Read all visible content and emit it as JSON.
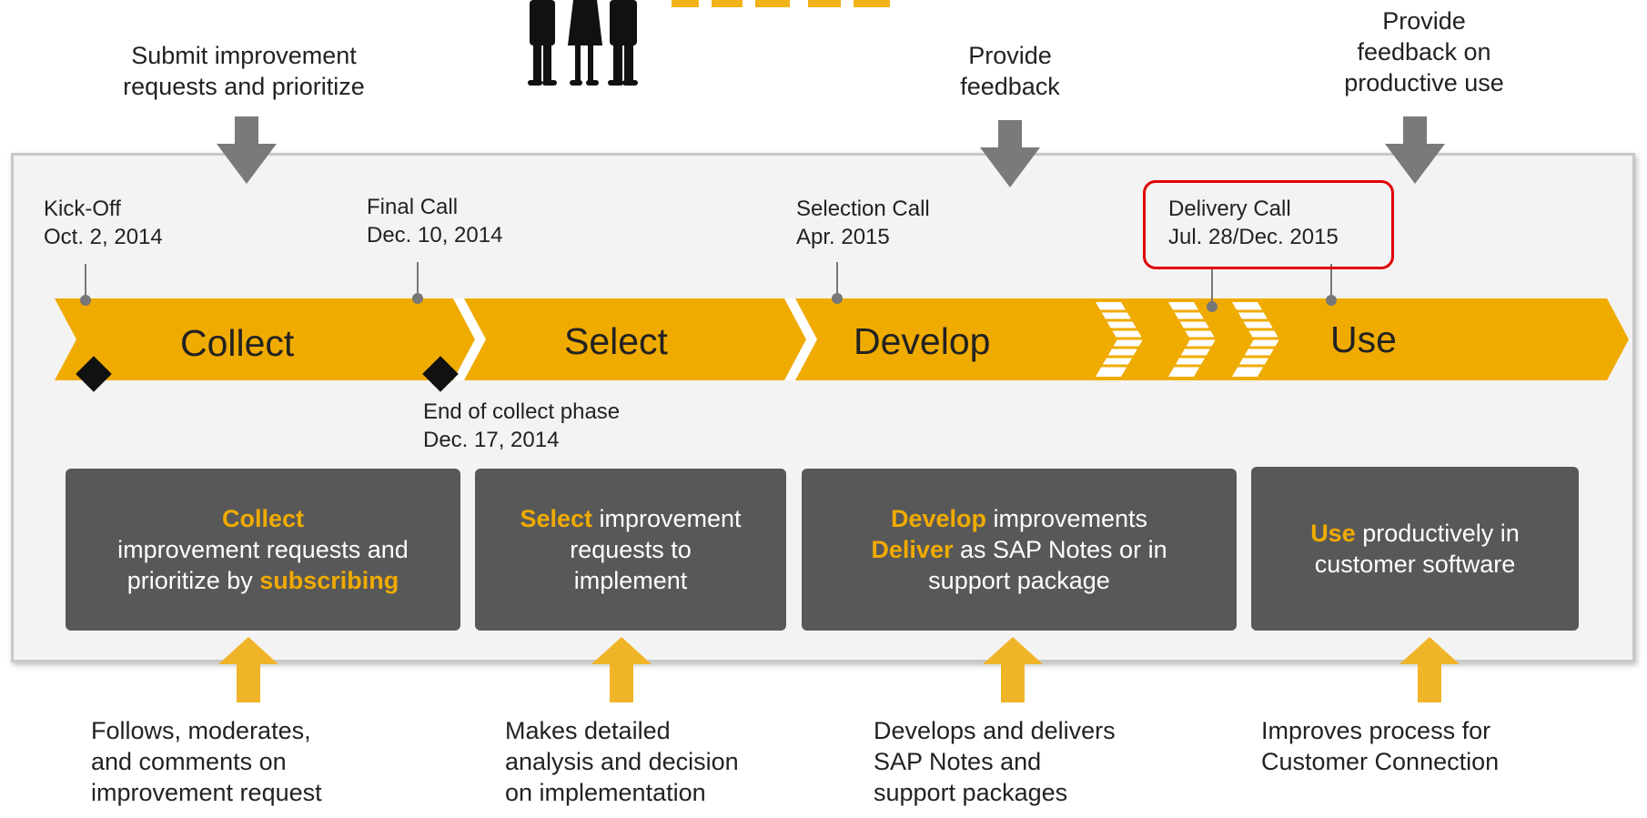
{
  "top_notes": {
    "submit": [
      "Submit improvement",
      "requests and prioritize"
    ],
    "feedback": [
      "Provide",
      "feedback"
    ],
    "productive": [
      "Provide",
      "feedback on",
      "productive use"
    ]
  },
  "milestones": {
    "kickoff": [
      "Kick-Off",
      "Oct. 2, 2014"
    ],
    "final_call": [
      "Final Call",
      "Dec. 10, 2014"
    ],
    "selection_call": [
      "Selection Call",
      "Apr. 2015"
    ],
    "delivery_call": [
      "Delivery Call",
      "Jul. 28/Dec. 2015"
    ],
    "end_collect": [
      "End of collect phase",
      "Dec. 17, 2014"
    ]
  },
  "phases": [
    "Collect",
    "Select",
    "Develop",
    "Use"
  ],
  "boxes": {
    "collect": {
      "hl1": "Collect",
      "text1": "improvement requests and",
      "text2": "prioritize by ",
      "hl2": "subscribing"
    },
    "select": {
      "hl1": "Select",
      "text1": " improvement",
      "text2": "requests to",
      "text3": "implement"
    },
    "develop": {
      "hl1": "Develop",
      "text1": " improvements",
      "hl2": "Deliver",
      "text2": " as SAP Notes or in",
      "text3": "support package"
    },
    "use": {
      "hl1": "Use",
      "text1": " productively in",
      "text2": "customer software"
    }
  },
  "bottom_notes": {
    "collect": [
      "Follows, moderates,",
      "and comments on",
      "improvement request"
    ],
    "select": [
      "Makes detailed",
      "analysis and decision",
      "on implementation"
    ],
    "develop": [
      "Develops and delivers",
      "SAP Notes and",
      "support packages"
    ],
    "use": [
      "Improves process for",
      "Customer Connection"
    ]
  },
  "colors": {
    "accent": "#f0ab00",
    "box_bg": "#585858",
    "arrow_gray": "#7a7a7a",
    "highlight_frame": "#e00000"
  }
}
